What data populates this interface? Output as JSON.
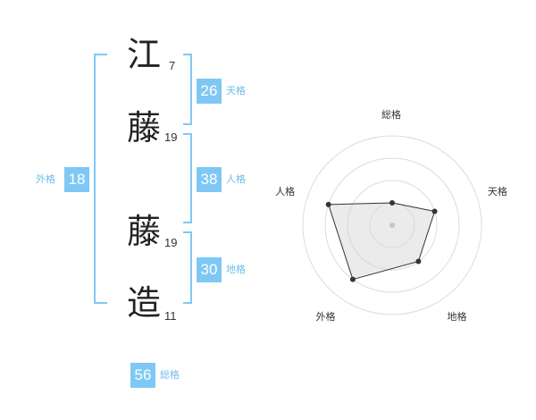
{
  "name": {
    "chars": [
      {
        "char": "江",
        "strokes": "7"
      },
      {
        "char": "藤",
        "strokes": "19"
      },
      {
        "char": "藤",
        "strokes": "19"
      },
      {
        "char": "造",
        "strokes": "11"
      }
    ]
  },
  "kaku": {
    "tenkaku": {
      "value": "26",
      "label": "天格"
    },
    "jinkaku": {
      "value": "38",
      "label": "人格"
    },
    "chikaku": {
      "value": "30",
      "label": "地格"
    },
    "gaikaku": {
      "value": "18",
      "label": "外格"
    },
    "soukaku": {
      "value": "56",
      "label": "総格"
    }
  },
  "colors": {
    "accent": "#7fc8f5",
    "accent_text": "#6fbdec"
  },
  "chart_data": {
    "type": "radar",
    "axes": [
      "総格",
      "天格",
      "地格",
      "外格",
      "人格"
    ],
    "values": [
      1,
      2,
      2,
      3,
      3
    ],
    "rmax": 4
  }
}
